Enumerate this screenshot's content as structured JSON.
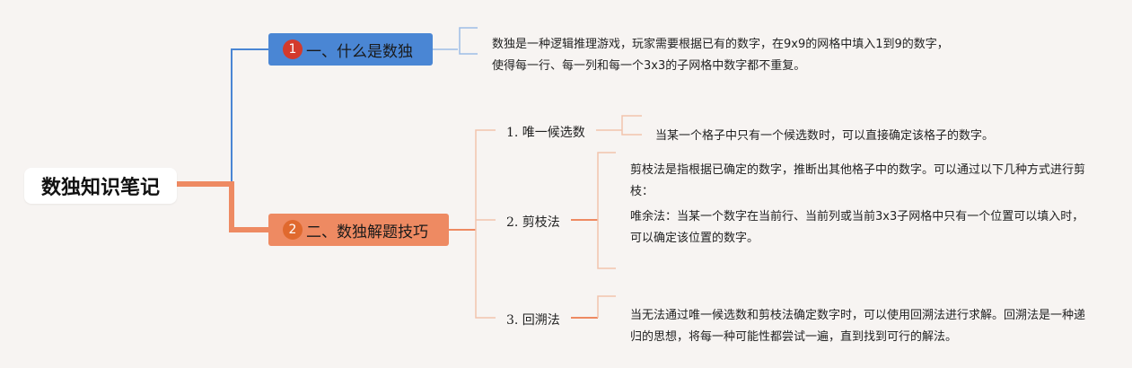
{
  "root": {
    "title": "数独知识笔记"
  },
  "branches": [
    {
      "num": "1",
      "title": "一、什么是数独",
      "text": "数独是一种逻辑推理游戏，玩家需要根据已有的数字，在9x9的网格中填入1到9的数字，使得每一行、每一列和每一个3x3的子网格中数字都不重复。"
    },
    {
      "num": "2",
      "title": "二、数独解题技巧"
    }
  ],
  "techniques": [
    {
      "label": "1. 唯一候选数",
      "notes": [
        "当某一个格子中只有一个候选数时，可以直接确定该格子的数字。"
      ]
    },
    {
      "label": "2. 剪枝法",
      "notes": [
        "剪枝法是指根据已确定的数字，推断出其他格子中的数字。可以通过以下几种方式进行剪枝：",
        "唯余法：当某一个数字在当前行、当前列或当前3x3子网格中只有一个位置可以填入时，可以确定该位置的数字。"
      ]
    },
    {
      "label": "3. 回溯法",
      "notes": [
        "当无法通过唯一候选数和剪枝法确定数字时，可以使用回溯法进行求解。回溯法是一种递归的思想，将每一种可能性都尝试一遍，直到找到可行的解法。"
      ]
    }
  ],
  "colors": {
    "blue": "#4a86d4",
    "orange": "#ee8a62",
    "light_orange": "#f2c3ad",
    "light_blue": "#9dbde6"
  }
}
